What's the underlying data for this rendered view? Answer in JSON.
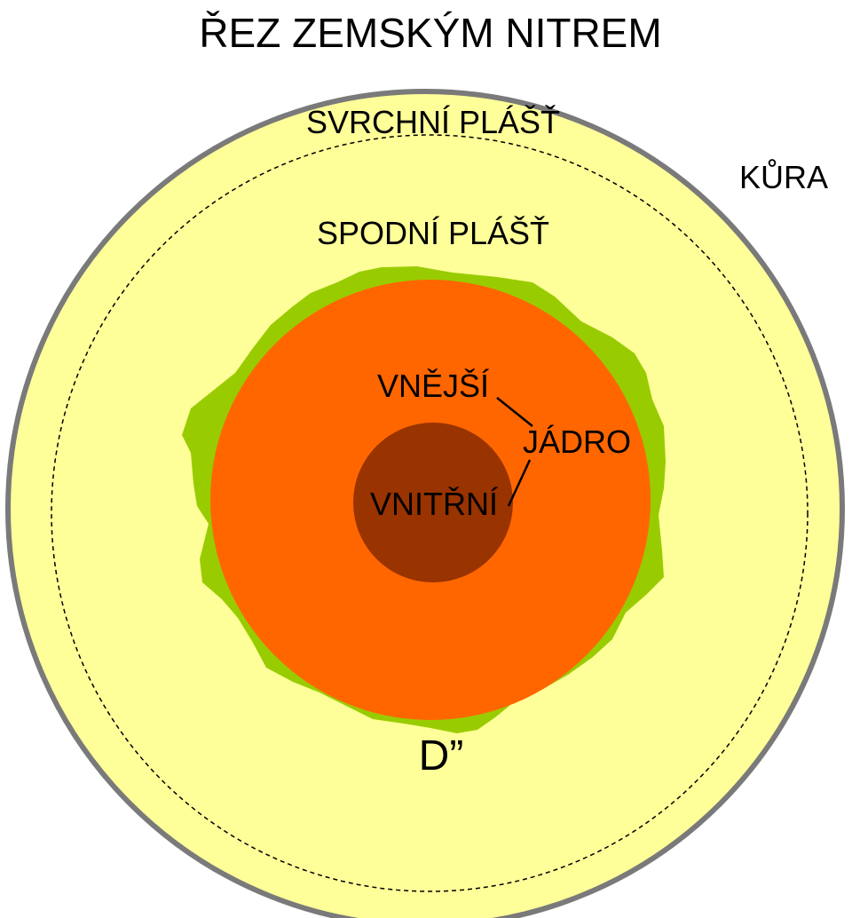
{
  "title": "ŘEZ ZEMSKÝM NITREM",
  "labels": {
    "upper_mantle": "SVRCHNÍ PLÁŠŤ",
    "crust": "KŮRA",
    "lower_mantle": "SPODNÍ PLÁŠŤ",
    "outer": "VNĚJŠÍ",
    "core": "JÁDRO",
    "inner": "VNITŘNÍ",
    "d_layer": "D”"
  },
  "colors": {
    "crust_outline": "#7a7a7a",
    "mantle_fill": "#ffff99",
    "d_layer_fill": "#99cc00",
    "outer_core_fill": "#ff6600",
    "inner_core_fill": "#993300",
    "boundary_line": "#000000"
  }
}
